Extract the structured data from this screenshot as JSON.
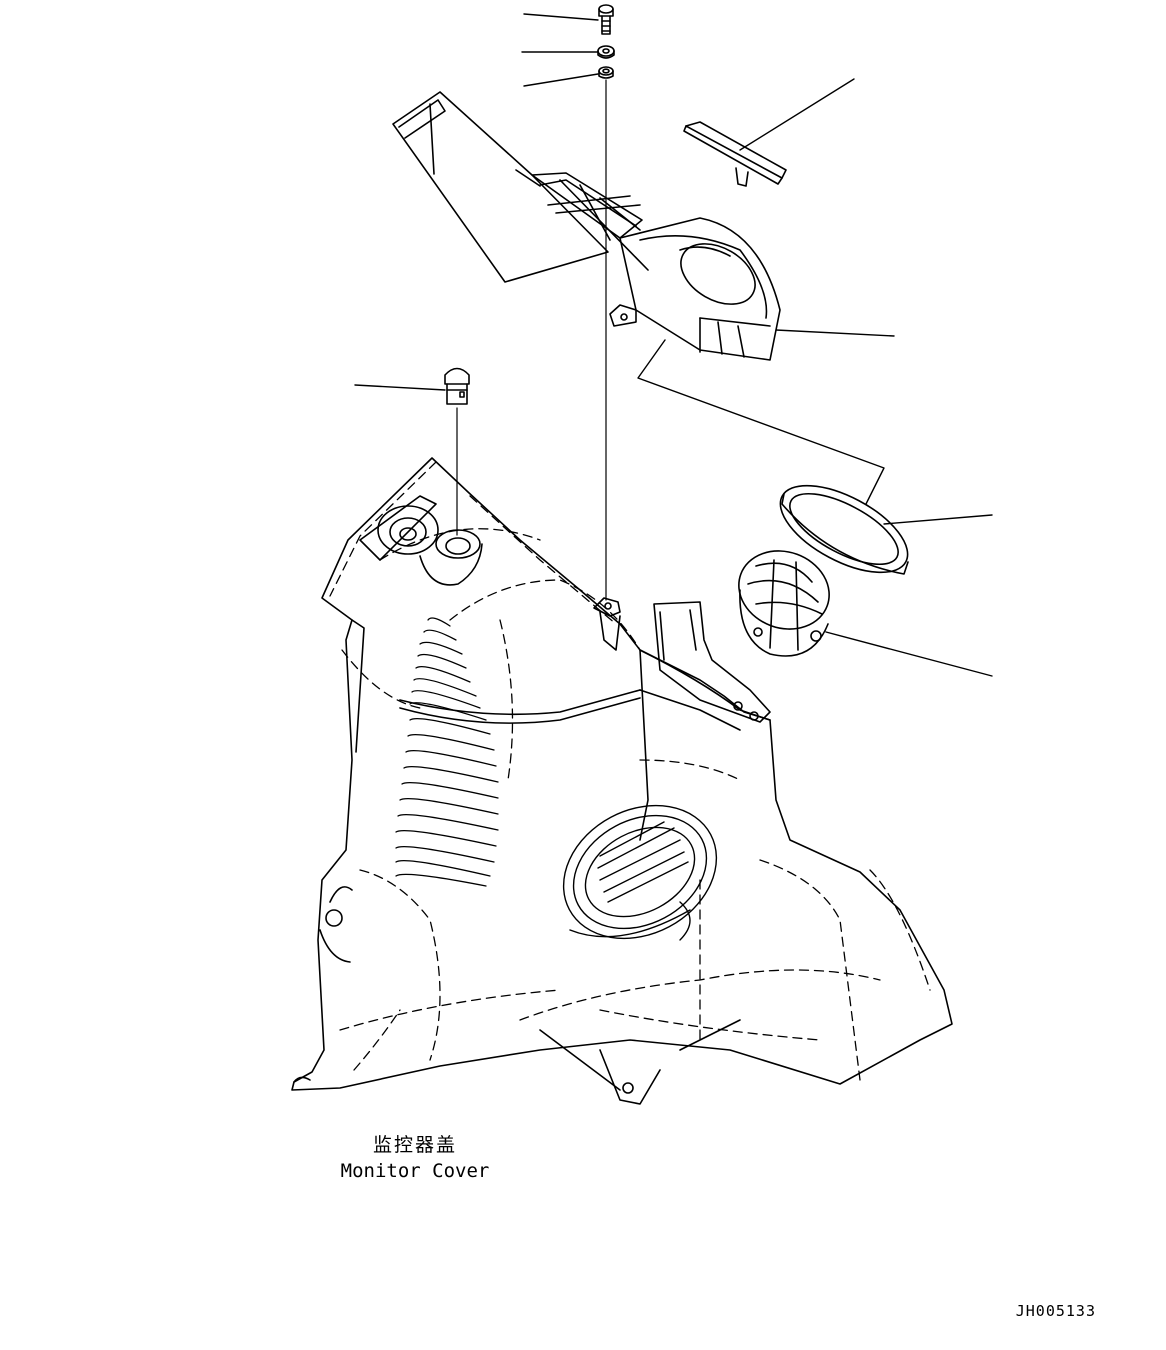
{
  "caption": {
    "chinese": "监控器盖",
    "english": "Monitor Cover"
  },
  "drawing_code": "JH005133",
  "colors": {
    "line": "#000000",
    "background": "#ffffff"
  }
}
